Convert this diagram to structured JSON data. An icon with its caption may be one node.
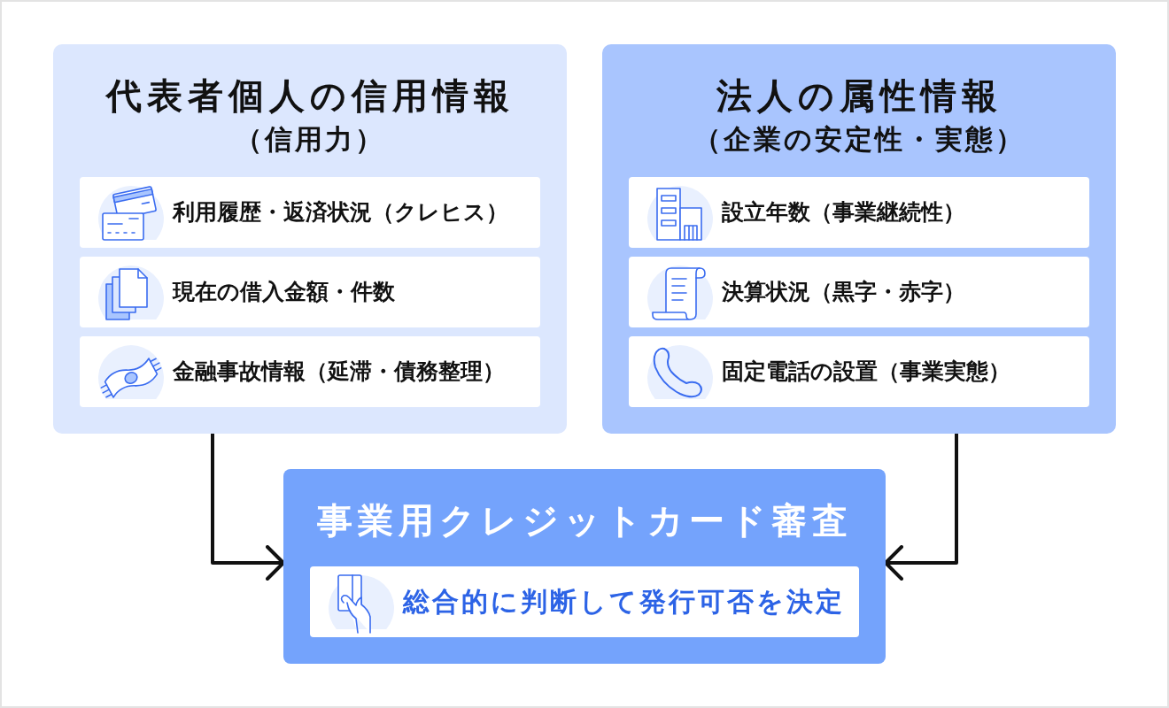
{
  "diagram": {
    "nodes": [
      {
        "text": [
          "代表者個人の信用情報",
          "（信用力）"
        ]
      },
      {
        "text": [
          "利用履歴・返済状況（クレヒス）"
        ],
        "in": 0
      },
      {
        "text": [
          "現在の借入金額・件数"
        ],
        "in": 0
      },
      {
        "text": [
          "金融事故情報（延滞・債務整理）"
        ],
        "in": 0
      },
      {
        "text": [
          "法人の属性情報",
          "（企業の安定性・実態）"
        ]
      },
      {
        "text": [
          "設立年数（事業継続性）"
        ],
        "in": 4
      },
      {
        "text": [
          "決算状況（黒字・赤字）"
        ],
        "in": 4
      },
      {
        "text": [
          "固定電話の設置（事業実態）"
        ],
        "in": 4
      },
      {
        "text": [
          "事業用クレジットカード審査"
        ]
      },
      {
        "text": [
          "総合的に判断して発行可否を決定"
        ],
        "in": 8
      }
    ],
    "edges": [
      {
        "from": 0,
        "to": 8,
        "arrow": "to"
      },
      {
        "from": 4,
        "to": 8,
        "arrow": "to"
      }
    ]
  }
}
